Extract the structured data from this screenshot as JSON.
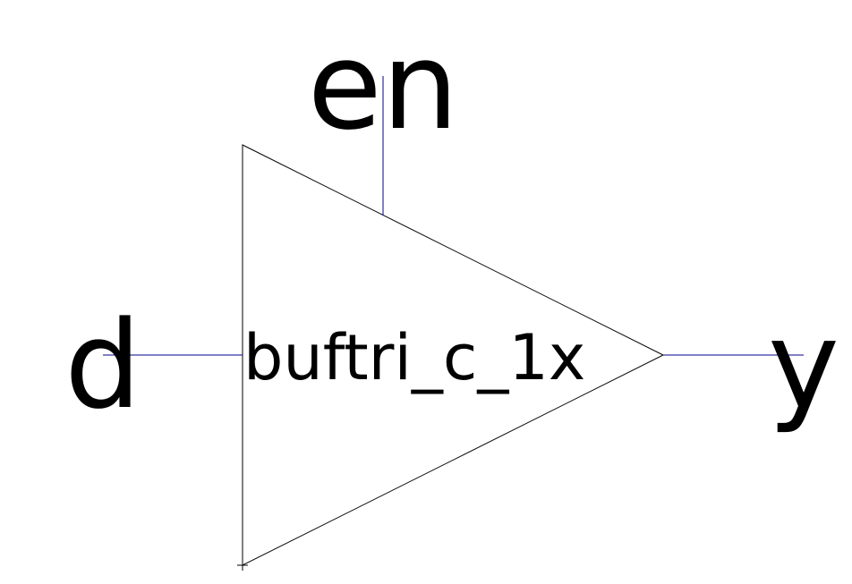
{
  "cell": {
    "name": "buftri_c_1x"
  },
  "pins": {
    "data_in": "d",
    "enable": "en",
    "output": "y"
  },
  "colors": {
    "background": "#ffffff",
    "body_outline": "#000000",
    "wire": "#00008b",
    "text": "#000000"
  }
}
